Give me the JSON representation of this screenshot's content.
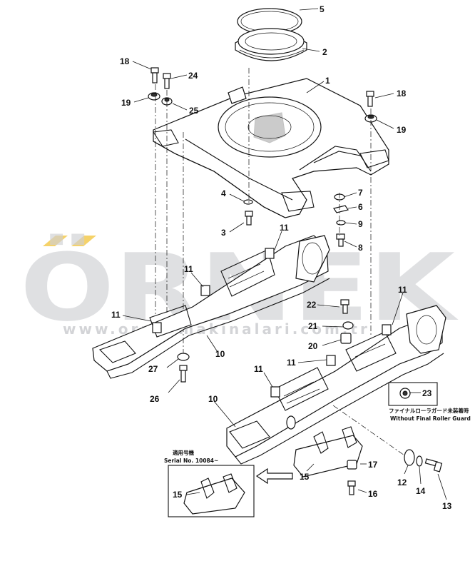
{
  "watermark": {
    "brand": "ÖRNEK",
    "url": "www.ornekmakinalari.com.tr",
    "accent": "#f2c744"
  },
  "callouts": [
    "1",
    "2",
    "3",
    "4",
    "5",
    "6",
    "7",
    "8",
    "9",
    "10",
    "11",
    "12",
    "13",
    "14",
    "15",
    "16",
    "17",
    "18",
    "19",
    "20",
    "21",
    "22",
    "23",
    "24",
    "25",
    "26",
    "27"
  ],
  "notes": {
    "serial_jp": "適用号機",
    "serial_en": "Serial No. 10084~",
    "guard_jp": "ファイナルローラガード未装着時",
    "guard_en": "Without Final Roller Guard"
  }
}
